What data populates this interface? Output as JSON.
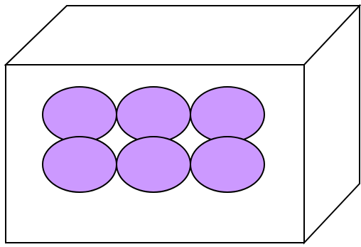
{
  "diagram": {
    "type": "box-with-ellipse-grid",
    "box": {
      "style": "3d-perspective-box",
      "stroke_color": "#000000",
      "fill_color": "#ffffff"
    },
    "ellipses": {
      "rows": 2,
      "columns": 3,
      "count": 6,
      "fill_color": "#cc99ff",
      "stroke_color": "#000000"
    }
  }
}
